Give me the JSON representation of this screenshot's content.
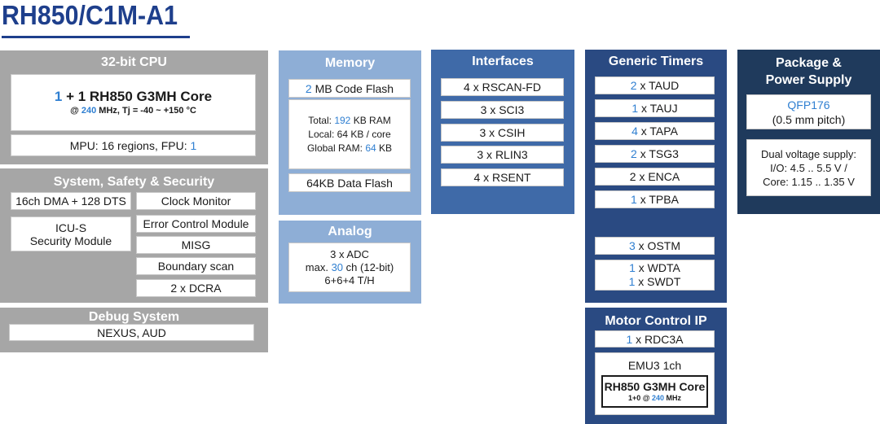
{
  "title": "RH850/C1M-A1",
  "cpu": {
    "heading": "32-bit CPU",
    "core_count": "1",
    "core_label": "+ 1 RH850 G3MH Core",
    "freq_prefix": "@",
    "freq_value": "240",
    "freq_suffix": "MHz, Tj = -40 ~  +150 °C",
    "mpu_label": "MPU: 16 regions, FPU:",
    "fpu_value": "1"
  },
  "sss": {
    "heading": "System, Safety & Security",
    "dma": "16ch DMA + 128 DTS",
    "icu_line1": "ICU-S",
    "icu_line2": "Security Module",
    "clock_monitor": "Clock Monitor",
    "ecm": "Error Control Module",
    "misg": "MISG",
    "boundary": "Boundary scan",
    "dcra": "2 x DCRA"
  },
  "debug": {
    "heading": "Debug System",
    "value": "NEXUS, AUD"
  },
  "memory": {
    "heading": "Memory",
    "code_flash_num": "2",
    "code_flash_label": "MB Code Flash",
    "total_prefix": "Total:",
    "total_value": "192",
    "total_suffix": "KB RAM",
    "local": "Local:  64 KB / core",
    "global_prefix": "Global RAM:",
    "global_value": "64",
    "global_suffix": "KB",
    "data_flash": "64KB Data Flash"
  },
  "analog": {
    "heading": "Analog",
    "adc": "3 x ADC",
    "max_prefix": "max.",
    "max_value": "30",
    "max_suffix": "ch (12-bit)",
    "th": "6+6+4 T/H"
  },
  "interfaces": {
    "heading": "Interfaces",
    "items": [
      "4 x RSCAN-FD",
      "3 x SCI3",
      "3 x CSIH",
      "3 x RLIN3",
      "4 x RSENT"
    ]
  },
  "timers": {
    "heading": "Generic Timers",
    "items": [
      {
        "count": "2",
        "label": "x TAUD"
      },
      {
        "count": "1",
        "label": "x TAUJ"
      },
      {
        "count": "4",
        "label": "x TAPA"
      },
      {
        "count": "2",
        "label": "x TSG3"
      },
      {
        "count": "2",
        "label": "x ENCA"
      },
      {
        "count": "1",
        "label": "x TPBA"
      },
      {
        "count": "3",
        "label": "x OSTM"
      }
    ],
    "wdta_count": "1",
    "wdta_label": "x WDTA",
    "swdt_count": "1",
    "swdt_label": "x SWDT"
  },
  "motor": {
    "heading": "Motor Control IP",
    "rdc_count": "1",
    "rdc_label": "x RDC3A",
    "emu": "EMU3 1ch",
    "core": "RH850 G3MH Core",
    "core_sub_prefix": "1+0   @",
    "core_sub_value": "240",
    "core_sub_suffix": "MHz"
  },
  "package": {
    "heading_line1": "Package &",
    "heading_line2": "Power Supply",
    "qfp": "QFP176",
    "pitch": "(0.5 mm pitch)",
    "supply_line1": "Dual voltage supply:",
    "supply_line2": "I/O: 4.5 .. 5.5 V /",
    "supply_line3": "Core: 1.15 .. 1.35 V"
  },
  "colors": {
    "title": "#1e3f8c",
    "highlight": "#2f7fd1",
    "gray_panel": "#a6a6a6",
    "light_blue_panel": "#8eaed6",
    "mid_blue_panel": "#3f6aa8",
    "dark_blue_panel": "#2a4a82",
    "navy_panel": "#1f3a5c"
  }
}
